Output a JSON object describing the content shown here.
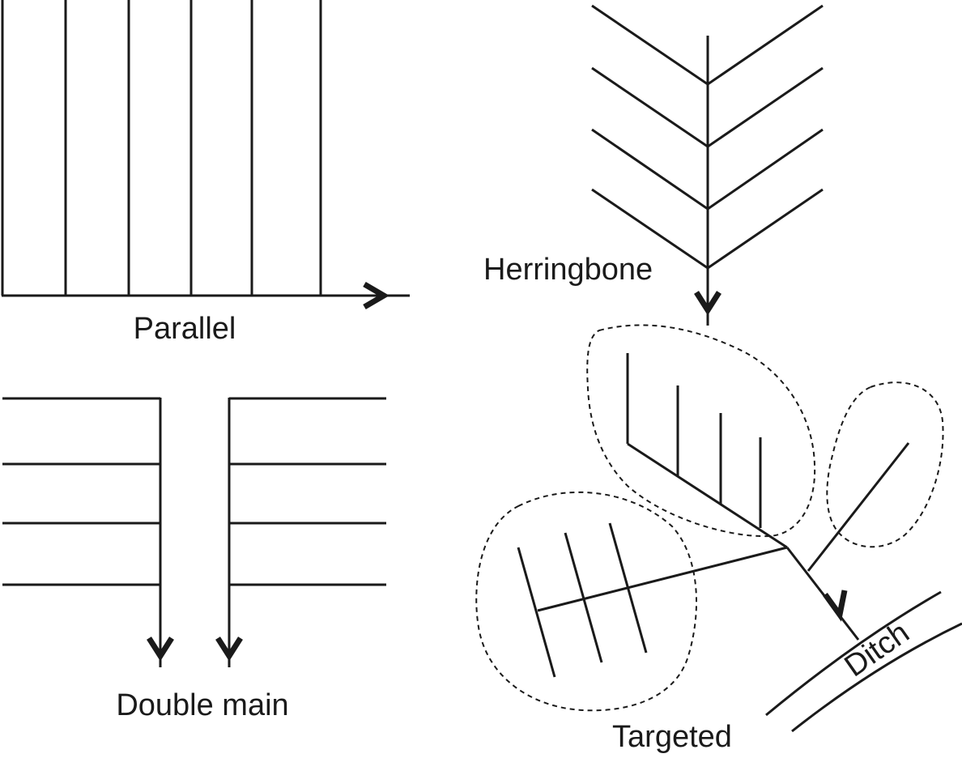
{
  "diagram": {
    "title": "Drainage system layouts",
    "patterns": {
      "parallel": {
        "label": "Parallel"
      },
      "herringbone": {
        "label": "Herringbone"
      },
      "double_main": {
        "label": "Double main"
      },
      "targeted": {
        "label": "Targeted"
      }
    },
    "ditch": {
      "label": "Ditch"
    },
    "colors": {
      "line": "#1a1a1a",
      "background": "#ffffff"
    }
  }
}
